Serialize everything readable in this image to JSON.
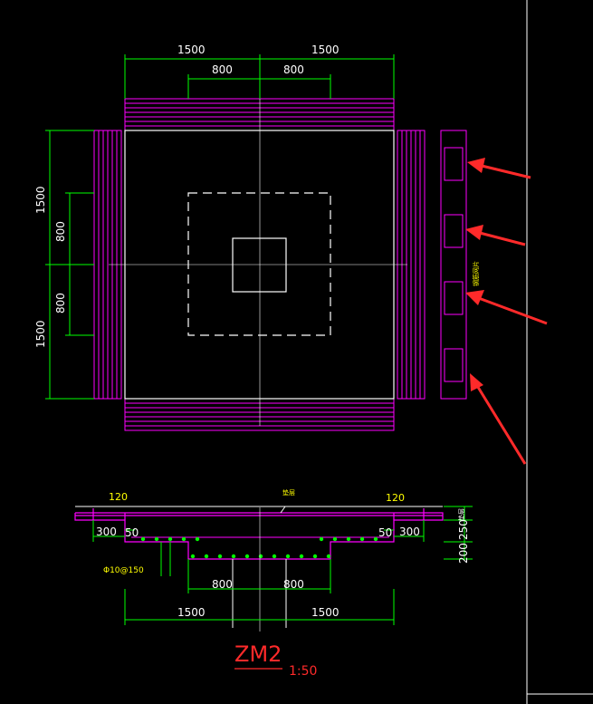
{
  "plan": {
    "dims_top": [
      "1500",
      "1500"
    ],
    "dims_inner_top": [
      "800",
      "800"
    ],
    "dims_left": [
      "1500",
      "1500"
    ],
    "dims_inner_left": [
      "800",
      "800"
    ],
    "side_note": "钢筋网片"
  },
  "section": {
    "label_120_left": "120",
    "label_120_right": "120",
    "label_300_left": "300",
    "label_300_right": "300",
    "label_50_left": "50",
    "label_50_right": "50",
    "top_note": "垫层",
    "rebar_note": "Φ10@150",
    "dims_inner": [
      "800",
      "800"
    ],
    "dims_outer": [
      "1500",
      "1500"
    ],
    "right_dims": [
      "250",
      "200"
    ],
    "right_top_label": "垫层"
  },
  "title": {
    "name": "ZM2",
    "scale": "1:50"
  },
  "colors": {
    "magenta": "#ff00ff",
    "green": "#00ff00",
    "white": "#ffffff",
    "red": "#ff2a2a",
    "yellow": "#ffff00"
  }
}
